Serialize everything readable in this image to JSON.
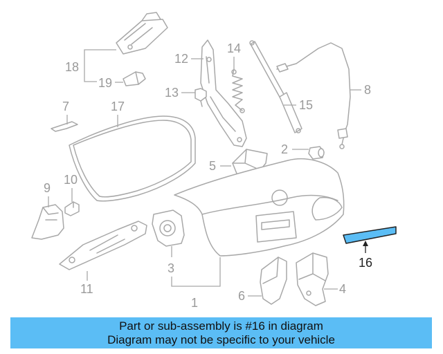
{
  "diagram": {
    "highlighted_part": "16",
    "highlight_color": "#5bbdf5",
    "callouts": {
      "c1": "1",
      "c2": "2",
      "c3": "3",
      "c4": "4",
      "c5": "5",
      "c6": "6",
      "c7": "7",
      "c8": "8",
      "c9": "9",
      "c10": "10",
      "c11": "11",
      "c12": "12",
      "c13": "13",
      "c14": "14",
      "c15": "15",
      "c16": "16",
      "c17": "17",
      "c18": "18",
      "c19": "19"
    }
  },
  "banner": {
    "line1": "Part or sub-assembly is #16 in diagram",
    "line2": "Diagram may not be specific to your vehicle",
    "background": "#5bbdf5"
  }
}
